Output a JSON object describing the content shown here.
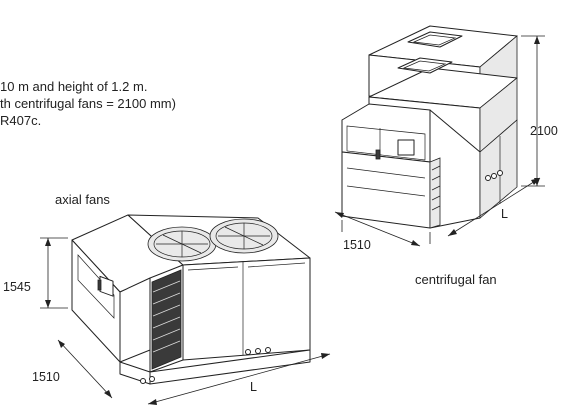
{
  "notes": {
    "line1": "10 m and height of 1.2 m.",
    "line2": "th centrifugal fans = 2100 mm)",
    "line3": "R407c."
  },
  "axial": {
    "caption": "axial fans",
    "height": "1545",
    "depth": "1510",
    "length": "L"
  },
  "centrifugal": {
    "caption": "centrifugal fan",
    "height": "2100",
    "depth": "1510",
    "length": "L"
  }
}
